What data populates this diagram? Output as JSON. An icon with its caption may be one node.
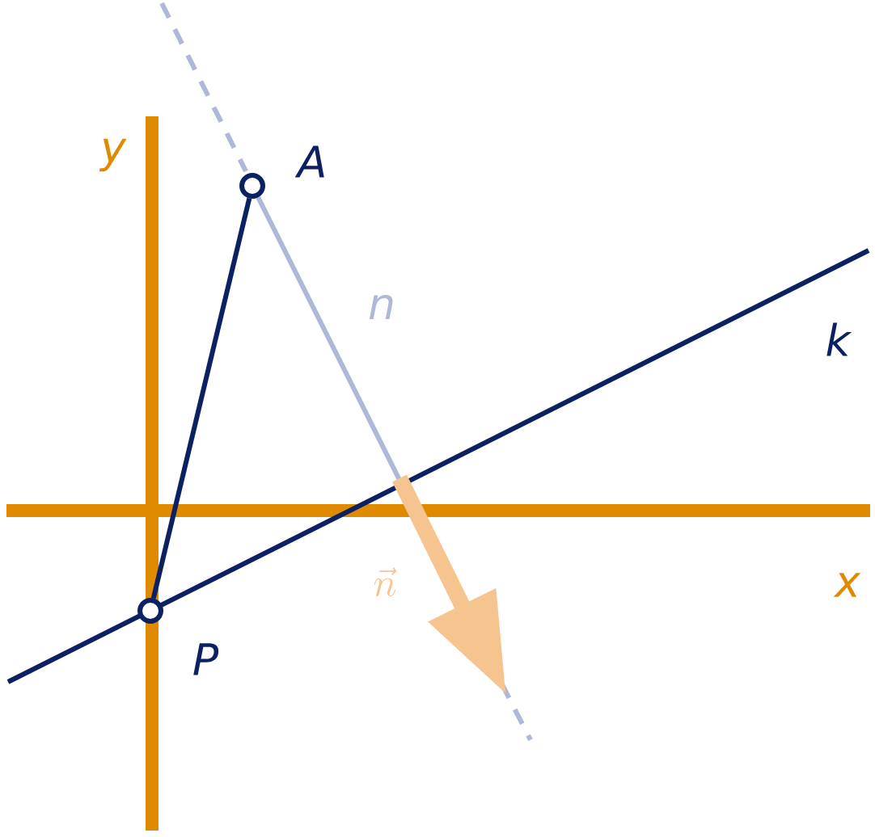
{
  "diagram": {
    "nodes": [
      {
        "text": [],
        "shape": "circle",
        "beside": [
          "A"
        ]
      },
      {
        "text": [],
        "shape": "circle",
        "beside": [
          "P"
        ]
      }
    ],
    "edges": [
      {
        "from": 0,
        "to": 1,
        "arrow": "none"
      }
    ],
    "labels": [
      "y",
      "n",
      "k",
      "x",
      "\\vec{n}"
    ]
  }
}
